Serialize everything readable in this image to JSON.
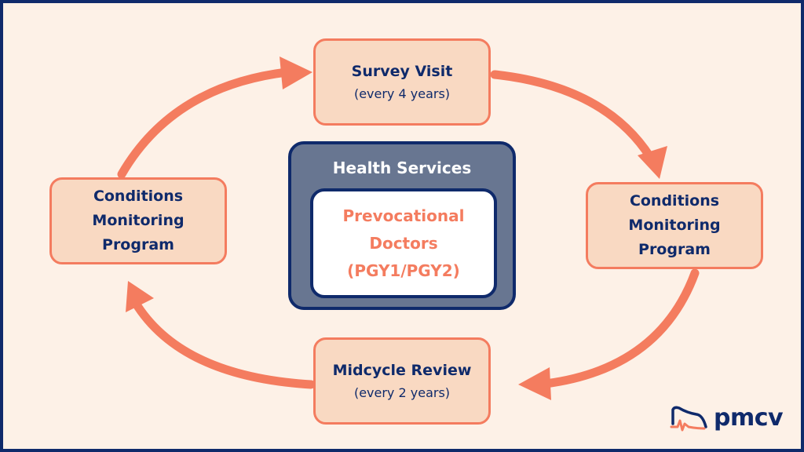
{
  "colors": {
    "background": "#fdf1e7",
    "navy": "#0f2a6b",
    "coral": "#f47c5f",
    "box_fill": "#f9d9c2",
    "center_fill": "#687691"
  },
  "cycle": {
    "survey": {
      "title": "Survey Visit",
      "subtitle": "(every 4 years)"
    },
    "right_conditions": {
      "lines": [
        "Conditions",
        "Monitoring",
        "Program"
      ]
    },
    "midcycle": {
      "title": "Midcycle Review",
      "subtitle": "(every 2 years)"
    },
    "left_conditions": {
      "lines": [
        "Conditions",
        "Monitoring",
        "Program"
      ]
    }
  },
  "center": {
    "title": "Health Services",
    "inner_lines": [
      "Prevocational",
      "Doctors",
      "(PGY1/PGY2)"
    ]
  },
  "logo": {
    "text": "pmcv"
  }
}
